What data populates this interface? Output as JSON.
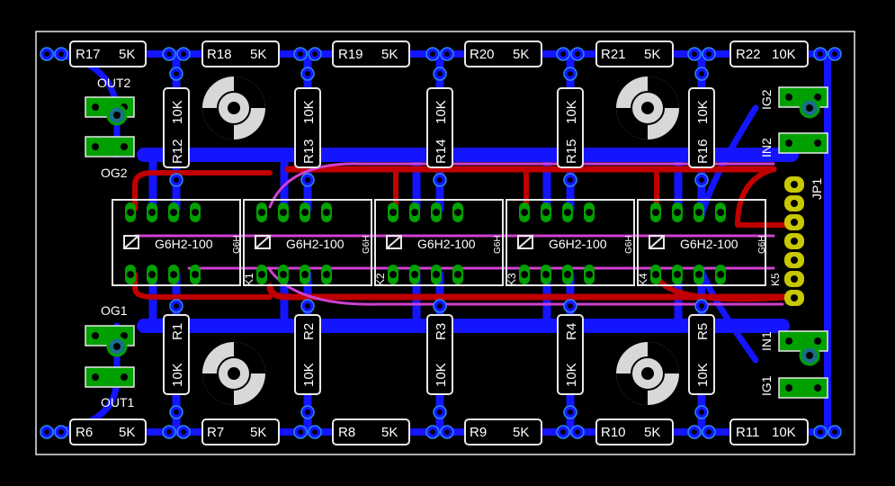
{
  "colors": {
    "background": "#000000",
    "outline": "#e8e8e8",
    "bottom_copper": "#1414ff",
    "top_copper": "#c00000",
    "ratsnest": "#d040d0",
    "pad": "#00a000",
    "silk": "#ffffff"
  },
  "resistors_top": [
    {
      "ref": "R17",
      "value": "5K"
    },
    {
      "ref": "R18",
      "value": "5K"
    },
    {
      "ref": "R19",
      "value": "5K"
    },
    {
      "ref": "R20",
      "value": "5K"
    },
    {
      "ref": "R21",
      "value": "5K"
    },
    {
      "ref": "R22",
      "value": "10K"
    }
  ],
  "resistors_bottom": [
    {
      "ref": "R6",
      "value": "5K"
    },
    {
      "ref": "R7",
      "value": "5K"
    },
    {
      "ref": "R8",
      "value": "5K"
    },
    {
      "ref": "R9",
      "value": "5K"
    },
    {
      "ref": "R10",
      "value": "5K"
    },
    {
      "ref": "R11",
      "value": "10K"
    }
  ],
  "resistors_vertical_top": [
    {
      "ref": "R12",
      "value": "10K"
    },
    {
      "ref": "R13",
      "value": "10K"
    },
    {
      "ref": "R14",
      "value": "10K"
    },
    {
      "ref": "R15",
      "value": "10K"
    },
    {
      "ref": "R16",
      "value": "10K"
    }
  ],
  "resistors_vertical_bottom": [
    {
      "ref": "R1",
      "value": "10K"
    },
    {
      "ref": "R2",
      "value": "10K"
    },
    {
      "ref": "R3",
      "value": "10K"
    },
    {
      "ref": "R4",
      "value": "10K"
    },
    {
      "ref": "R5",
      "value": "10K"
    }
  ],
  "relays": [
    {
      "label": "G6H2-100",
      "ref": "",
      "side": "G6H"
    },
    {
      "label": "G6H2-100",
      "ref": "K1",
      "side": "G6H"
    },
    {
      "label": "G6H2-100",
      "ref": "K2",
      "side": "G6H"
    },
    {
      "label": "G6H2-100",
      "ref": "K3",
      "side": "G6H"
    },
    {
      "label": "G6H2-100",
      "ref": "K4",
      "side": "G6H"
    }
  ],
  "relay_last_ref": "K5",
  "connectors_left": {
    "top_top": "OUT2",
    "top_bottom": "OG2",
    "bottom_top": "OG1",
    "bottom_bottom": "OUT1"
  },
  "connectors_right": {
    "top_top": "IG2",
    "top_bottom": "IN2",
    "bottom_top": "IN1",
    "bottom_bottom": "IG1"
  },
  "header_label": "JP1"
}
